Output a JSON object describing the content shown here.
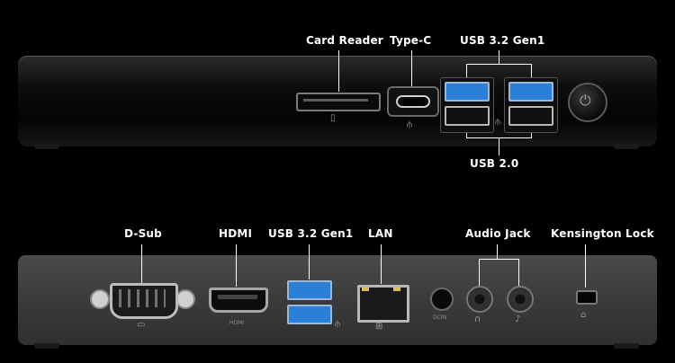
{
  "front_panel": {
    "labels": {
      "card_reader": "Card Reader",
      "type_c": "Type-C",
      "usb32": "USB 3.2 Gen1",
      "usb20": "USB 2.0"
    },
    "icons": [
      "sd-card-icon",
      "usb-icon",
      "usb-icon",
      "power-icon"
    ]
  },
  "rear_panel": {
    "labels": {
      "dsub": "D-Sub",
      "hdmi": "HDMI",
      "usb32": "USB 3.2 Gen1",
      "lan": "LAN",
      "audio": "Audio Jack",
      "kensington": "Kensington Lock"
    },
    "printed": {
      "hdmi_text": "HDMI",
      "dcin_text": "DCIN"
    },
    "icons": [
      "monitor-icon",
      "usb-icon",
      "network-icon",
      "headphone-icon",
      "microphone-icon",
      "lock-icon"
    ]
  },
  "colors": {
    "background": "#000000",
    "label_text": "#ffffff",
    "usb3_blue": "#2a7fd6"
  }
}
